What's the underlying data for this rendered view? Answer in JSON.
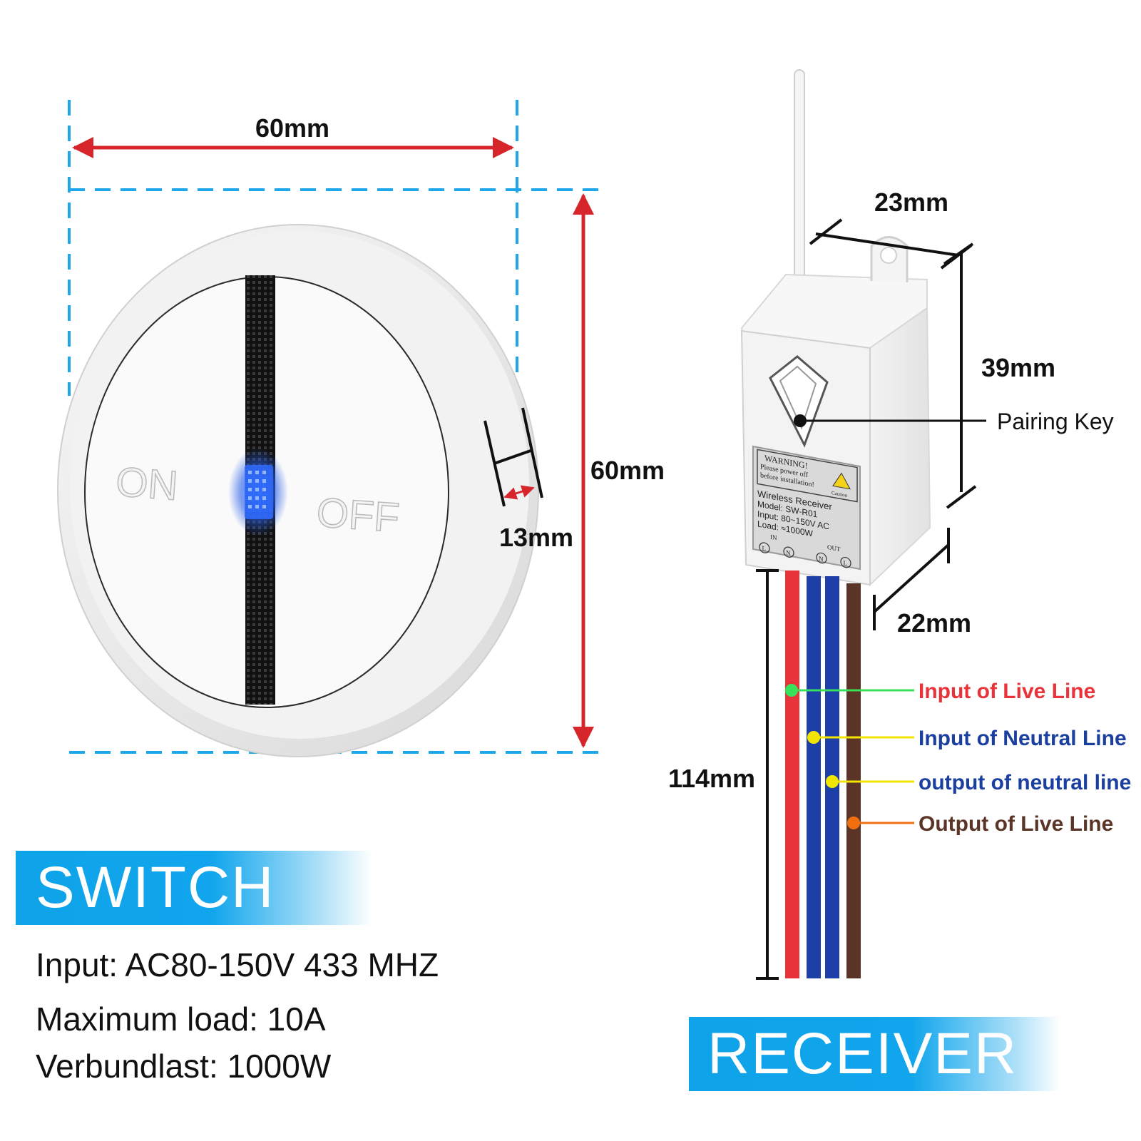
{
  "switch": {
    "dim_width": "60mm",
    "dim_height": "60mm",
    "dim_thickness": "13mm",
    "on_label": "ON",
    "off_label": "OFF",
    "banner": "SWITCH",
    "specs": {
      "input": "Input: AC80-150V 433 MHZ",
      "max_load": "Maximum load: 10A",
      "verbundlast": "Verbundlast: 1000W"
    }
  },
  "receiver": {
    "dim_width": "23mm",
    "dim_height": "39mm",
    "dim_depth": "22mm",
    "dim_wire": "114mm",
    "pairing_key": "Pairing Key",
    "banner": "RECEIVER",
    "label_plate": {
      "warning": "WARNING!",
      "warning_line1": "Please power off",
      "warning_line2": "before installation!",
      "caution": "Caution",
      "name": "Wireless Receiver",
      "model": "Model: SW-R01",
      "input": "Input: 80~150V AC",
      "load": "Load: ≈1000W",
      "in": "IN",
      "out": "OUT",
      "terminal_l": "L",
      "terminal_n": "N"
    },
    "wires": [
      {
        "label": "Input of Live Line",
        "wire_color": "#e8333a",
        "label_color": "#e8333a",
        "dot_color": "#39e05a"
      },
      {
        "label": "Input of Neutral Line",
        "wire_color": "#1f3fa8",
        "label_color": "#1b3f9e",
        "dot_color": "#f2e600"
      },
      {
        "label": "output of neutral line",
        "wire_color": "#1f3fa8",
        "label_color": "#1b3f9e",
        "dot_color": "#f2e600"
      },
      {
        "label": "Output of Live Line",
        "wire_color": "#5a3426",
        "label_color": "#5a3426",
        "dot_color": "#f07010"
      }
    ]
  },
  "colors": {
    "guide_blue": "#1ea7ea",
    "arrow_red": "#d7262b",
    "led_blue": "#2f6bff"
  }
}
